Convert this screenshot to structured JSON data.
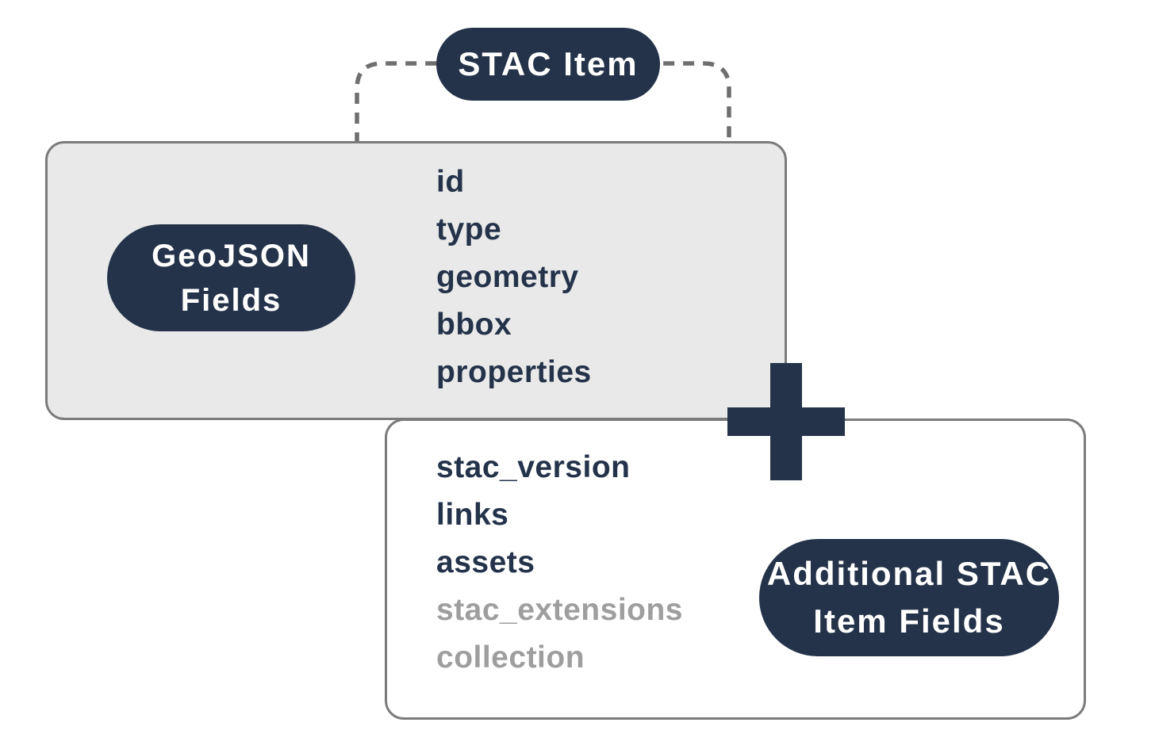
{
  "diagram": {
    "stac_item_pill": {
      "label": "STAC Item"
    },
    "geojson_box": {
      "pill": {
        "line1": "GeoJSON",
        "line2": "Fields"
      },
      "fields": [
        "id",
        "type",
        "geometry",
        "bbox",
        "properties"
      ]
    },
    "stac_box": {
      "core_fields": [
        "stac_version",
        "links",
        "assets"
      ],
      "optional_fields": [
        "stac_extensions",
        "collection"
      ],
      "pill": {
        "line1": "Additional STAC",
        "line2": "Item Fields"
      }
    },
    "icons": {
      "plus": "plus-icon"
    },
    "colors": {
      "navy": "#24334a",
      "geojson_box_fill": "#e9e9e9",
      "box_border": "#7b7b7b",
      "dashed_connector": "#6f6f6f",
      "muted_field_text": "#9e9e9e",
      "pill_text": "#ffffff",
      "background": "#ffffff"
    }
  }
}
